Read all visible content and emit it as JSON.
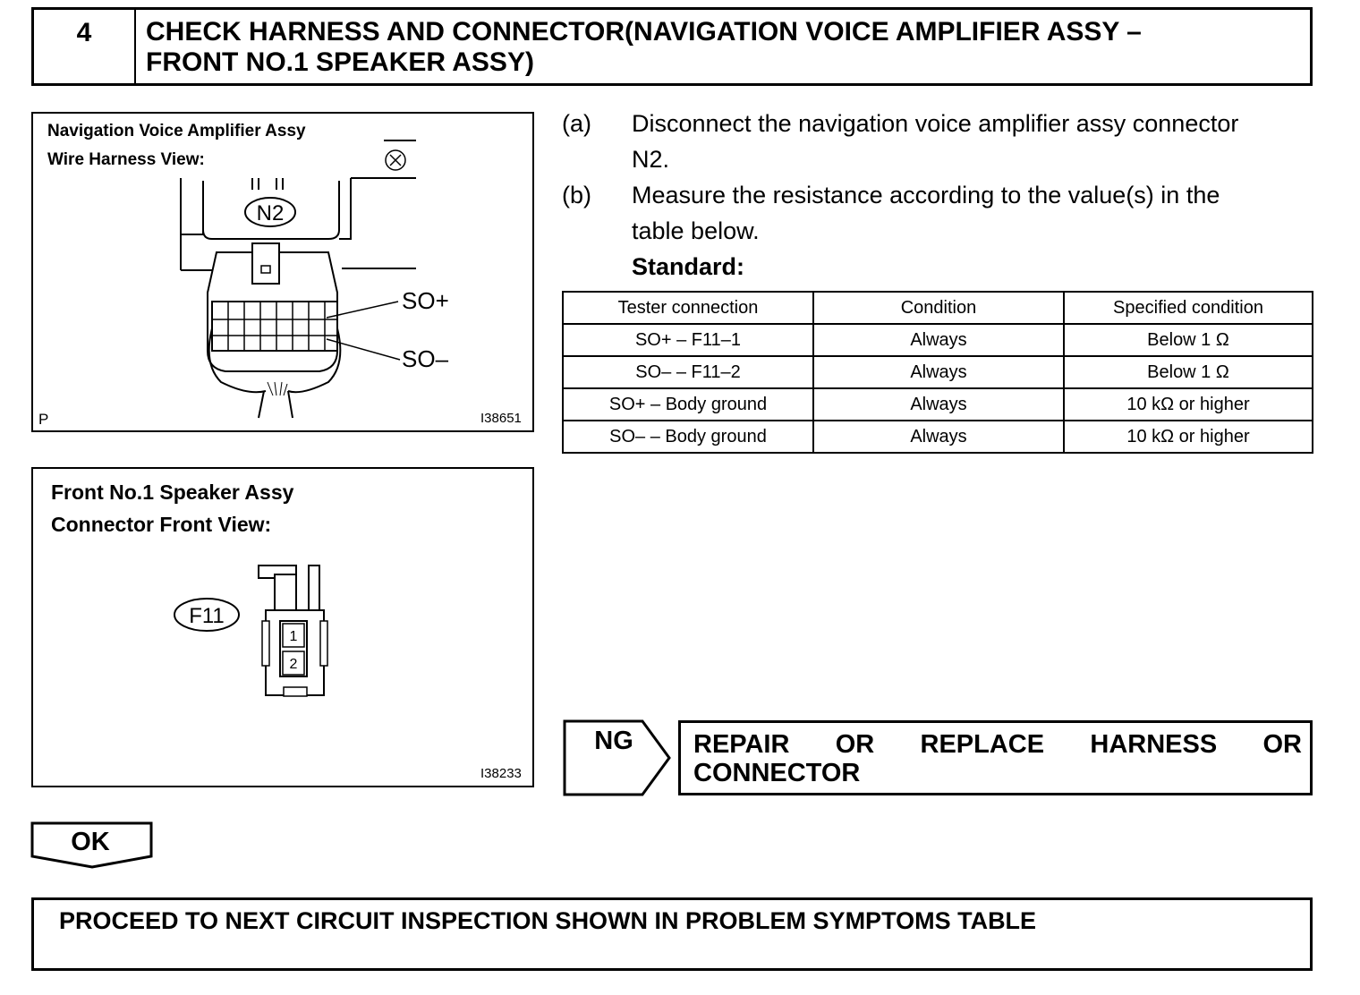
{
  "header": {
    "step_number": "4",
    "title_line1": "CHECK HARNESS AND CONNECTOR(NAVIGATION VOICE AMPLIFIER ASSY –",
    "title_line2": "FRONT NO.1 SPEAKER ASSY)"
  },
  "figure1": {
    "title_line1": "Navigation Voice Amplifier Assy",
    "title_line2": "Wire Harness View:",
    "connector_id": "N2",
    "pin_label_pos": "SO+",
    "pin_label_neg": "SO–",
    "corner_mark": "P",
    "figure_code": "I38651"
  },
  "figure2": {
    "title_line1": "Front No.1 Speaker Assy",
    "title_line2": "Connector Front View:",
    "connector_id": "F11",
    "pin1": "1",
    "pin2": "2",
    "figure_code": "I38233"
  },
  "instructions": {
    "a_letter": "(a)",
    "a_line1": "Disconnect the navigation voice amplifier assy connector",
    "a_line2": "N2.",
    "b_letter": "(b)",
    "b_line1": "Measure the resistance according to the value(s) in the",
    "b_line2": "table below.",
    "standard_label": "Standard:"
  },
  "table": {
    "headers": [
      "Tester connection",
      "Condition",
      "Specified condition"
    ],
    "rows": [
      [
        "SO+ – F11–1",
        "Always",
        "Below 1 Ω"
      ],
      [
        "SO– – F11–2",
        "Always",
        "Below 1 Ω"
      ],
      [
        "SO+ – Body ground",
        "Always",
        "10 kΩ or higher"
      ],
      [
        "SO– – Body ground",
        "Always",
        "10 kΩ or higher"
      ]
    ]
  },
  "ng": {
    "label": "NG",
    "action_line1": "REPAIR OR REPLACE HARNESS OR",
    "action_line2": "CONNECTOR"
  },
  "ok": {
    "label": "OK",
    "action": "PROCEED TO NEXT CIRCUIT INSPECTION SHOWN IN PROBLEM SYMPTOMS TABLE"
  }
}
